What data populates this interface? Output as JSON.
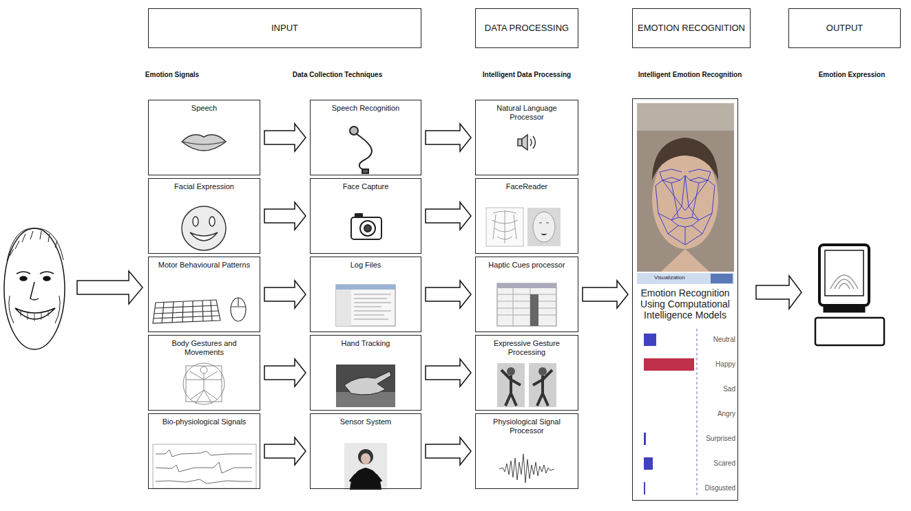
{
  "diagram": {
    "nodes": [
      {
        "text": [
          "INPUT"
        ]
      },
      {
        "text": [
          "DATA PROCESSING"
        ]
      },
      {
        "text": [
          "EMOTION RECOGNITION"
        ]
      },
      {
        "text": [
          "OUTPUT"
        ]
      },
      {
        "text": [
          "Speech"
        ]
      },
      {
        "text": [
          "Facial Expression"
        ]
      },
      {
        "text": [
          "Motor Behavioural Patterns"
        ]
      },
      {
        "text": [
          "Body Gestures and Movements"
        ]
      },
      {
        "text": [
          "Bio-physiological Signals"
        ]
      },
      {
        "text": [
          "Speech Recognition"
        ]
      },
      {
        "text": [
          "Face Capture"
        ]
      },
      {
        "text": [
          "Log Files"
        ]
      },
      {
        "text": [
          "Hand Tracking"
        ]
      },
      {
        "text": [
          "Sensor System"
        ]
      },
      {
        "text": [
          "Natural Language Processor"
        ]
      },
      {
        "text": [
          "FaceReader"
        ]
      },
      {
        "text": [
          "Haptic Cues processor"
        ]
      },
      {
        "text": [
          "Expressive Gesture Processing"
        ]
      },
      {
        "text": [
          "Physiological Signal Processor"
        ]
      },
      {
        "text": [
          "Emotion Recognition Using Computational Intelligence Models"
        ]
      }
    ],
    "edges": [
      {
        "from": 4,
        "to": 9,
        "arrow": "to"
      },
      {
        "from": 5,
        "to": 10,
        "arrow": "to"
      },
      {
        "from": 6,
        "to": 11,
        "arrow": "to"
      },
      {
        "from": 7,
        "to": 12,
        "arrow": "to"
      },
      {
        "from": 8,
        "to": 13,
        "arrow": "to"
      },
      {
        "from": 9,
        "to": 14,
        "arrow": "to"
      },
      {
        "from": 10,
        "to": 15,
        "arrow": "to"
      },
      {
        "from": 11,
        "to": 16,
        "arrow": "to"
      },
      {
        "from": 12,
        "to": 17,
        "arrow": "to"
      },
      {
        "from": 13,
        "to": 18,
        "arrow": "to"
      },
      {
        "from": 16,
        "to": 19,
        "arrow": "to"
      }
    ],
    "labels": [
      "Emotion Signals",
      "Data Collection Techniques",
      "Intelligent Data Processing",
      "Intelligent Emotion Recognition",
      "Emotion Expression",
      "Visualization",
      "Neutral",
      "Happy",
      "Sad",
      "Angry",
      "Surprised",
      "Scared",
      "Disgusted"
    ]
  }
}
